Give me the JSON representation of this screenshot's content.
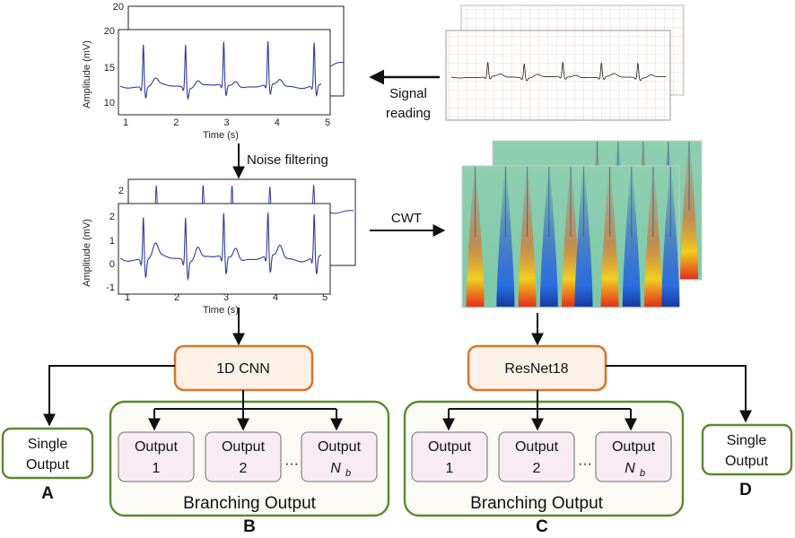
{
  "steps": {
    "signal_reading": [
      "Signal",
      "reading"
    ],
    "noise_filtering": "Noise filtering",
    "cwt": "CWT"
  },
  "plots": {
    "raw": {
      "ylabel": "Amplitude (mV)",
      "xlabel": "Time (s)",
      "yticks": [
        "10",
        "15",
        "20"
      ],
      "back_ytick": "20",
      "xticks": [
        "1",
        "2",
        "3",
        "4",
        "5"
      ]
    },
    "filtered": {
      "ylabel": "Amplitude (mV)",
      "xlabel": "Time (s)",
      "yticks": [
        "-1",
        "0",
        "1",
        "2"
      ],
      "back_ytick": "2",
      "xticks": [
        "1",
        "2",
        "3",
        "4",
        "5"
      ]
    }
  },
  "models": {
    "cnn": "1D CNN",
    "resnet": "ResNet18"
  },
  "outputs": {
    "single": [
      "Single",
      "Output"
    ],
    "output_word": "Output",
    "index_1": "1",
    "index_2": "2",
    "index_last": "N",
    "index_last_sub": "b",
    "ellipsis": "···",
    "branching": "Branching Output"
  },
  "panel_letters": {
    "a": "A",
    "b": "B",
    "c": "C",
    "d": "D"
  },
  "colors": {
    "model_border": "#d9772a",
    "model_fill": "#fdf0e6",
    "group_border": "#5a8a2e",
    "group_fill": "#fbfaf5",
    "output_fill": "#f8ecf2",
    "trace": "#2f3d9c"
  }
}
